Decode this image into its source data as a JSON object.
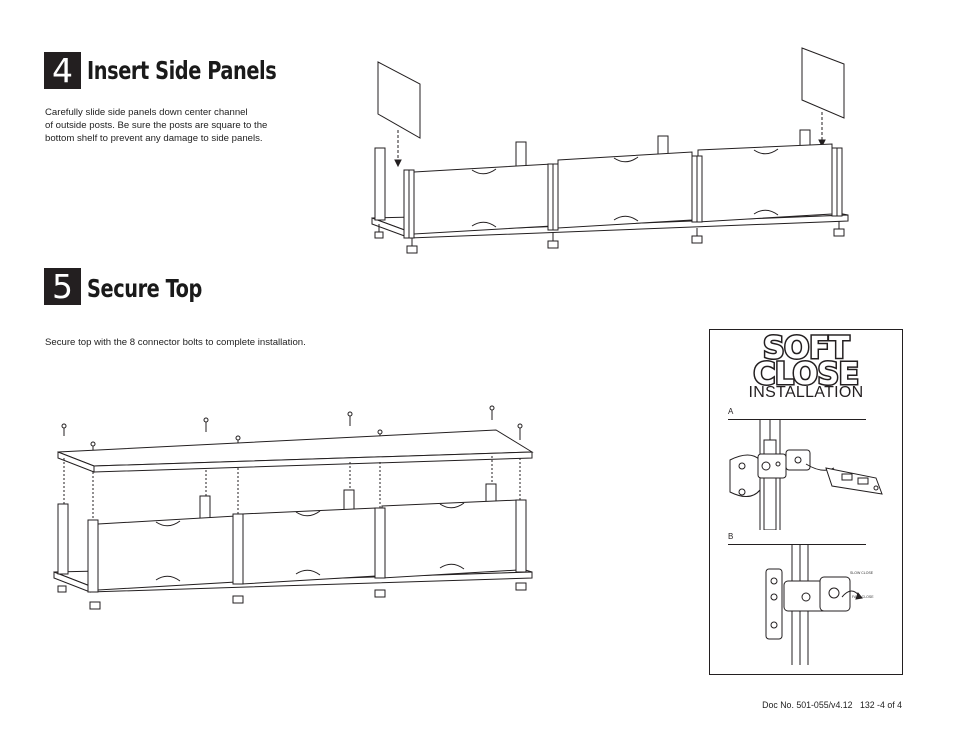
{
  "step4": {
    "number": "4",
    "title": "Insert Side Panels",
    "description_lines": [
      "Carefully slide side panels down center channel",
      "of outside posts. Be sure the posts are square to the",
      "bottom shelf to prevent any damage to side panels."
    ]
  },
  "step5": {
    "number": "5",
    "title": "Secure Top",
    "description": "Secure top with the 8 connector bolts to complete installation."
  },
  "soft_close": {
    "title_line1": "SOFT",
    "title_line2": "CLOSE",
    "subtitle": "INSTALLATION",
    "section_a": "A",
    "section_b": "B",
    "label_slow": "SLOW CLOSE",
    "label_fast": "FAST CLOSE"
  },
  "footer": {
    "doc_number": "Doc No. 501-055/v4.12",
    "page": "132 -4 of 4"
  }
}
